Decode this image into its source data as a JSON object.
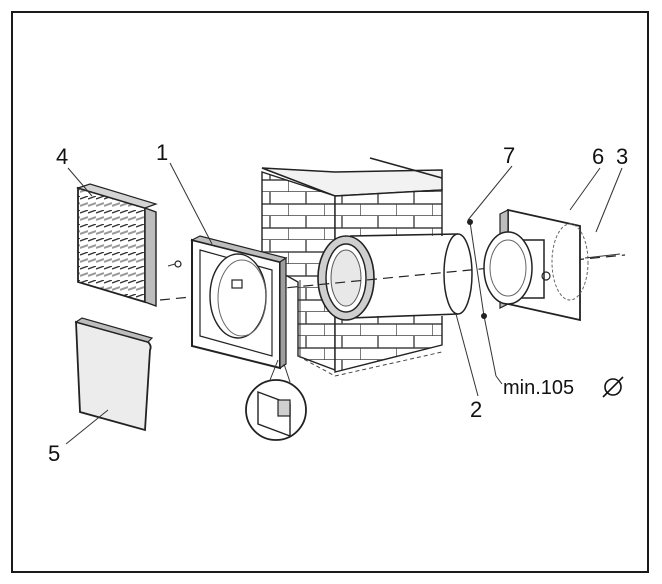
{
  "labels": {
    "l1": "1",
    "l2": "2",
    "l3": "3",
    "l4": "4",
    "l5": "5",
    "l6": "6",
    "l7": "7"
  },
  "dimension": "min.105",
  "colors": {
    "ink": "#1a1a1a",
    "shade": "#bdbdbd",
    "paper": "#ffffff"
  }
}
